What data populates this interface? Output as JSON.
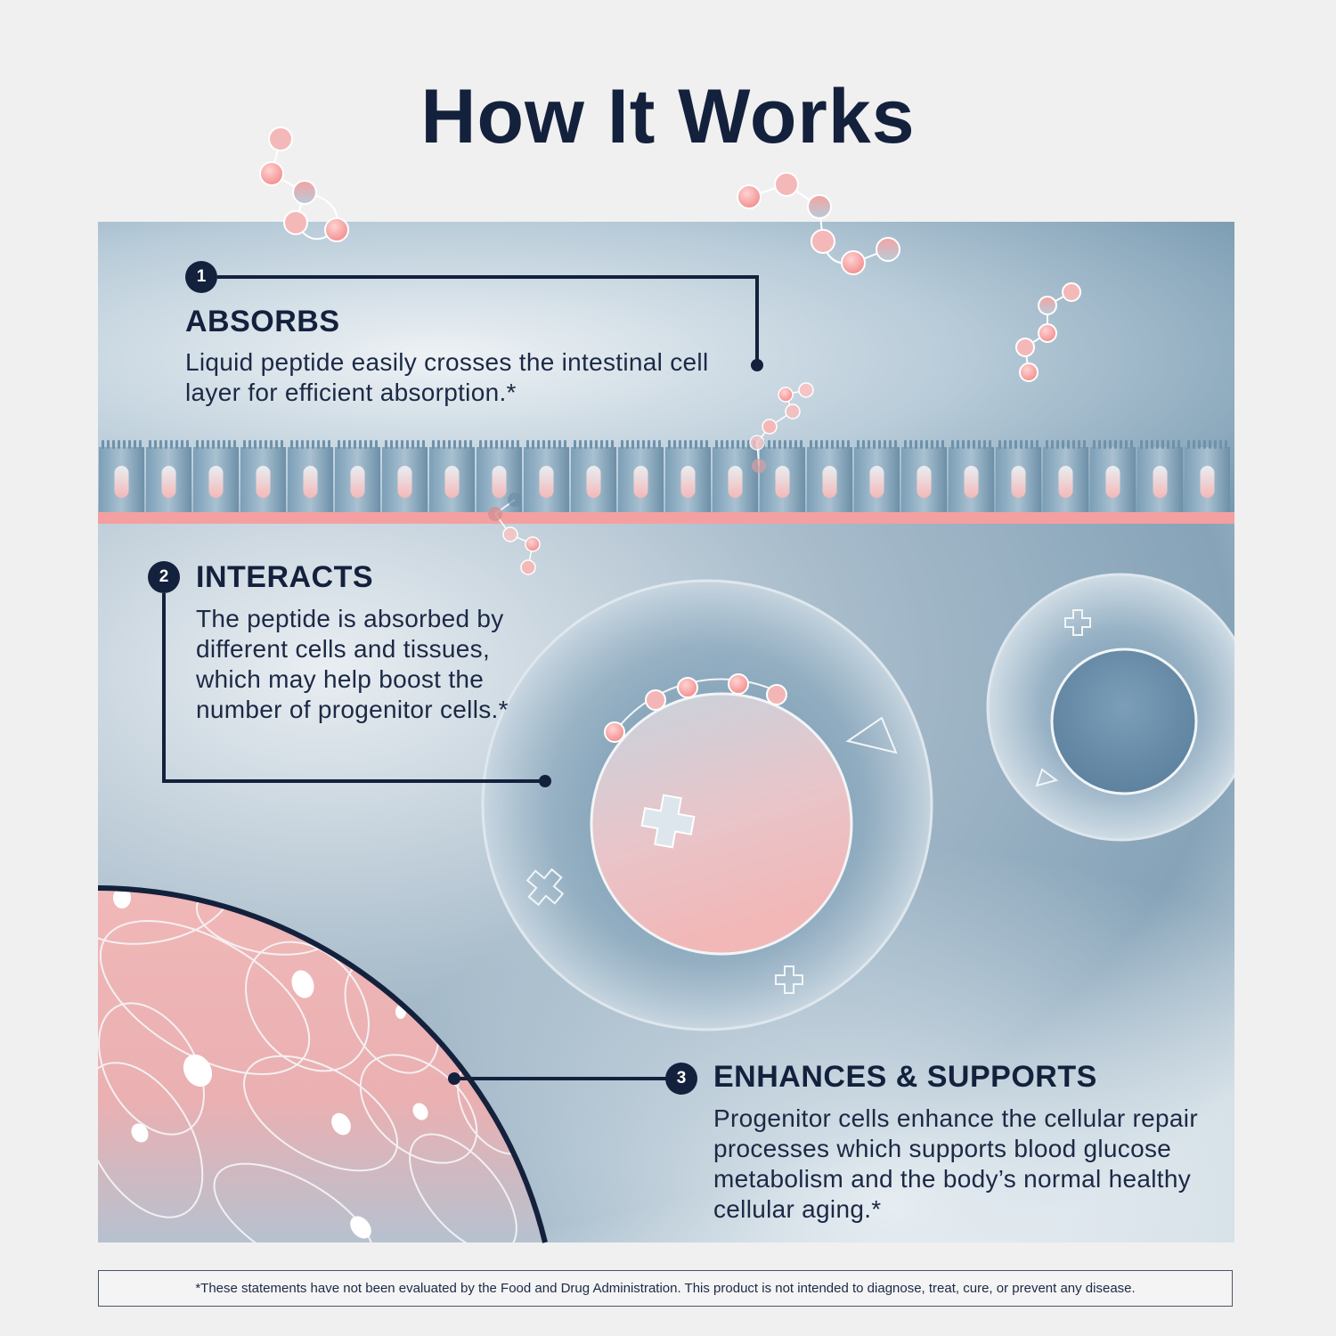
{
  "page": {
    "title": "How It Works"
  },
  "steps": [
    {
      "number": "1",
      "heading": "ABSORBS",
      "body": "Liquid peptide easily crosses the intestinal cell layer for efficient absorption.*"
    },
    {
      "number": "2",
      "heading": "INTERACTS",
      "body": "The peptide is absorbed by different cells and tissues, which may help boost the number of progenitor cells.*"
    },
    {
      "number": "3",
      "heading": "ENHANCES & SUPPORTS",
      "body": "Progenitor cells enhance the cellular repair processes which supports blood glucose metabolism and the body’s normal healthy cellular aging.*"
    }
  ],
  "footer": {
    "disclaimer": "*These statements have not been evaluated by the Food and Drug Administration. This product is not intended to diagnose, treat, cure, or prevent any disease."
  },
  "colors": {
    "navy": "#14213d",
    "coral": "#f48b8b",
    "steel_blue": "#7898b0",
    "mist": "#e8eef2"
  }
}
